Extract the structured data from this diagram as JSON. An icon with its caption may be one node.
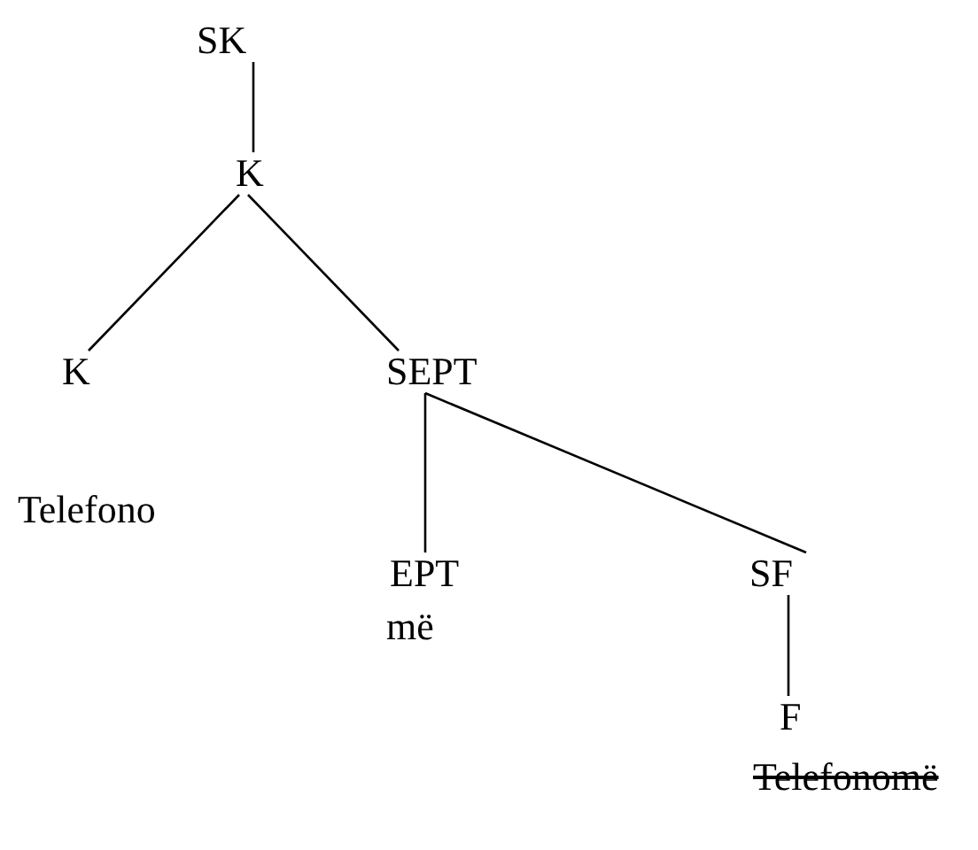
{
  "diagram": {
    "nodes": [
      {
        "text": [
          "SK"
        ]
      },
      {
        "text": [
          "K"
        ]
      },
      {
        "text": [
          "K"
        ],
        "beside": [
          "Telefono"
        ]
      },
      {
        "text": [
          "SEPT"
        ]
      },
      {
        "text": [
          "EPT"
        ],
        "beside": [
          "më"
        ]
      },
      {
        "text": [
          "SF"
        ]
      },
      {
        "text": [
          "F"
        ],
        "beside": [
          "Telefonomë"
        ]
      }
    ],
    "edges": [
      {
        "from": 0,
        "to": 1,
        "arrow": "none"
      },
      {
        "from": 1,
        "to": 2,
        "arrow": "none"
      },
      {
        "from": 1,
        "to": 3,
        "arrow": "none"
      },
      {
        "from": 3,
        "to": 4,
        "arrow": "none"
      },
      {
        "from": 3,
        "to": 5,
        "arrow": "none"
      },
      {
        "from": 5,
        "to": 6,
        "arrow": "none"
      }
    ]
  }
}
